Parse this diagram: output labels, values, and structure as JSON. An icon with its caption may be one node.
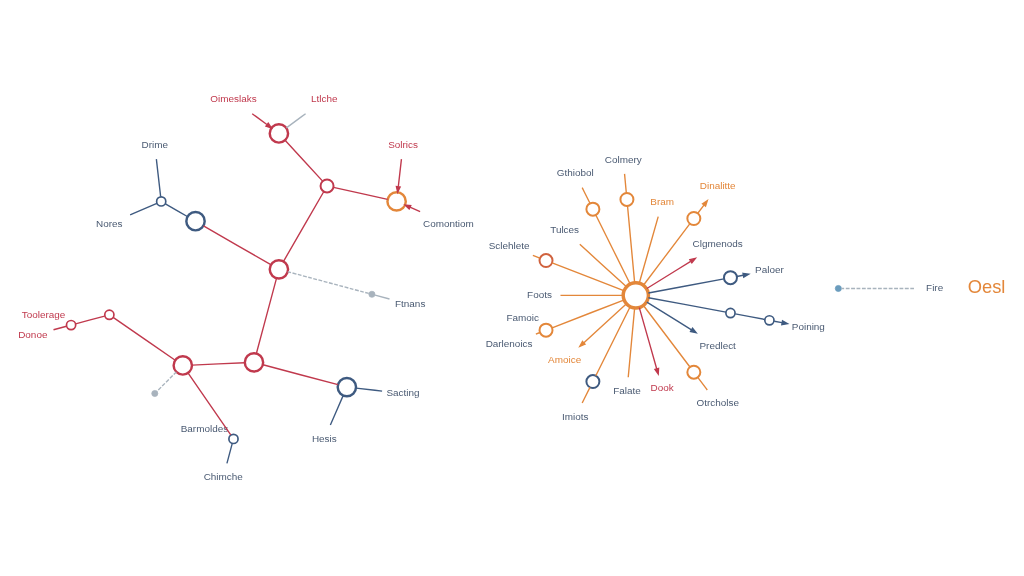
{
  "diagram": {
    "nodes": [
      {
        "text": [
          "Hesis"
        ]
      },
      {
        "text": [
          "Sacting"
        ]
      },
      {
        "text": [],
        "shape": "circle"
      },
      {
        "text": [
          "Chimche"
        ]
      },
      {
        "text": [
          "Drime"
        ]
      },
      {
        "text": [
          "Nores"
        ]
      },
      {
        "text": [],
        "shape": "circle"
      },
      {
        "text": [],
        "shape": "circle",
        "beside": [
          "Barmoldes"
        ]
      },
      {
        "text": [],
        "shape": "circle"
      },
      {
        "text": [],
        "shape": "circle"
      },
      {
        "text": [],
        "shape": "circle"
      },
      {
        "text": [],
        "shape": "circle"
      },
      {
        "text": [
          "Ftnans"
        ]
      },
      {
        "text": [],
        "shape": "circle"
      },
      {
        "text": [],
        "shape": "circle"
      },
      {
        "text": [],
        "shape": "circle"
      },
      {
        "text": [],
        "shape": "circle"
      },
      {
        "text": [],
        "shape": "circle"
      },
      {
        "text": [
          "Comontiom"
        ]
      },
      {
        "text": [],
        "shape": "circle",
        "beside": [
          "Toolerage"
        ]
      },
      {
        "text": [
          "Solrics"
        ]
      },
      {
        "text": [],
        "shape": "circle"
      },
      {
        "text": [
          "Donoe"
        ]
      },
      {
        "text": [
          "Ltlche"
        ]
      },
      {
        "text": [
          "Oimeslaks"
        ]
      },
      {
        "text": [
          "Colmery"
        ]
      },
      {
        "text": [
          "Gthiobol"
        ]
      },
      {
        "text": [
          "Sclehlete"
        ]
      },
      {
        "text": [],
        "shape": "circle"
      },
      {
        "text": [],
        "shape": "circle"
      },
      {
        "text": [],
        "shape": "circle"
      },
      {
        "text": [
          "Dinalitte"
        ]
      },
      {
        "text": [
          "Tulces"
        ]
      },
      {
        "text": [
          "Bram"
        ]
      },
      {
        "text": [],
        "shape": "circle"
      },
      {
        "text": [
          "Darlenoics"
        ]
      },
      {
        "text": [
          "Foots"
        ]
      },
      {
        "text": [
          "Clgmenods"
        ]
      },
      {
        "text": [],
        "shape": "circle",
        "beside": [
          "Famoic"
        ]
      },
      {
        "text": [],
        "shape": "circle"
      },
      {
        "text": [],
        "shape": "circle"
      },
      {
        "text": [
          "Paloer"
        ]
      },
      {
        "text": [
          "Fire"
        ]
      },
      {
        "text": [],
        "shape": "circle"
      },
      {
        "text": [],
        "shape": "circle"
      },
      {
        "text": [],
        "shape": "circle"
      },
      {
        "text": [
          "Amoice"
        ]
      },
      {
        "text": [],
        "shape": "circle"
      },
      {
        "text": [
          "Predlect"
        ]
      },
      {
        "text": [
          "Imiots"
        ]
      },
      {
        "text": [
          "Falate"
        ]
      },
      {
        "text": [
          "Poining"
        ]
      },
      {
        "text": [
          "Dook"
        ]
      },
      {
        "text": [],
        "shape": "circle"
      },
      {
        "text": [
          "Otrcholse"
        ]
      }
    ],
    "edges": [
      {
        "from": 0,
        "to": 2,
        "arrow": "none",
        "color": "#3e5a80"
      },
      {
        "from": 1,
        "to": 2,
        "arrow": "none",
        "color": "#3e5a80"
      },
      {
        "from": 2,
        "to": 9,
        "arrow": "none",
        "color": "#c0394d"
      },
      {
        "from": 9,
        "to": 10,
        "arrow": "none",
        "color": "#c0394d"
      },
      {
        "from": 9,
        "to": 11,
        "arrow": "none",
        "color": "#c0394d"
      },
      {
        "from": 8,
        "to": 10,
        "arrow": "none",
        "color": "#c0394d"
      },
      {
        "from": 6,
        "to": 8,
        "arrow": "none",
        "color": "#3e5a80"
      },
      {
        "from": 4,
        "to": 6,
        "arrow": "none",
        "color": "#3e5a80"
      },
      {
        "from": 5,
        "to": 6,
        "arrow": "none",
        "color": "#3e5a80"
      },
      {
        "from": 3,
        "to": 7,
        "arrow": "none",
        "color": "#3e5a80"
      },
      {
        "from": 7,
        "to": 11,
        "arrow": "none",
        "color": "#c0394d"
      },
      {
        "from": 12,
        "to": 13,
        "arrow": "none",
        "color": "#a8b3bd"
      },
      {
        "from": 13,
        "to": 10,
        "arrow": "none",
        "style": "dashed",
        "color": "#a8b3bd"
      },
      {
        "from": 11,
        "to": 14,
        "arrow": "none",
        "style": "dashed",
        "color": "#a8b3bd"
      },
      {
        "from": 10,
        "to": 15,
        "arrow": "none",
        "color": "#c0394d"
      },
      {
        "from": 15,
        "to": 17,
        "arrow": "none",
        "color": "#c0394d"
      },
      {
        "from": 18,
        "to": 17,
        "arrow": "to",
        "color": "#c0394d"
      },
      {
        "from": 20,
        "to": 17,
        "arrow": "to",
        "color": "#c0394d"
      },
      {
        "from": 11,
        "to": 16,
        "arrow": "none",
        "color": "#c0394d"
      },
      {
        "from": 16,
        "to": 19,
        "arrow": "none",
        "color": "#c0394d"
      },
      {
        "from": 22,
        "to": 19,
        "arrow": "none",
        "color": "#c0394d"
      },
      {
        "from": 15,
        "to": 21,
        "arrow": "none",
        "color": "#c0394d"
      },
      {
        "from": 24,
        "to": 21,
        "arrow": "to",
        "color": "#c0394d"
      },
      {
        "from": 23,
        "to": 21,
        "arrow": "none",
        "color": "#a8b3bd"
      },
      {
        "from": 39,
        "to": 30,
        "arrow": "none"
      },
      {
        "from": 30,
        "to": 27,
        "arrow": "none"
      },
      {
        "from": 39,
        "to": 32,
        "arrow": "none"
      },
      {
        "from": 39,
        "to": 29,
        "arrow": "none"
      },
      {
        "from": 29,
        "to": 26,
        "arrow": "none"
      },
      {
        "from": 39,
        "to": 28,
        "arrow": "none"
      },
      {
        "from": 28,
        "to": 25,
        "arrow": "none"
      },
      {
        "from": 39,
        "to": 33,
        "arrow": "none"
      },
      {
        "from": 39,
        "to": 34,
        "arrow": "none"
      },
      {
        "from": 34,
        "to": 31,
        "arrow": "to"
      },
      {
        "from": 39,
        "to": 37,
        "arrow": "to",
        "color": "#c0394d"
      },
      {
        "from": 39,
        "to": 40,
        "arrow": "none",
        "color": "#3e5a80"
      },
      {
        "from": 40,
        "to": 41,
        "arrow": "to",
        "color": "#3e5a80"
      },
      {
        "from": 39,
        "to": 44,
        "arrow": "none",
        "color": "#3e5a80"
      },
      {
        "from": 44,
        "to": 47,
        "arrow": "none",
        "color": "#3e5a80"
      },
      {
        "from": 47,
        "to": 51,
        "arrow": "to",
        "color": "#3e5a80"
      },
      {
        "from": 39,
        "to": 48,
        "arrow": "to",
        "color": "#3e5a80"
      },
      {
        "from": 39,
        "to": 53,
        "arrow": "none"
      },
      {
        "from": 53,
        "to": 54,
        "arrow": "none"
      },
      {
        "from": 39,
        "to": 52,
        "arrow": "to",
        "color": "#c0394d"
      },
      {
        "from": 39,
        "to": 45,
        "arrow": "none"
      },
      {
        "from": 45,
        "to": 49,
        "arrow": "none"
      },
      {
        "from": 39,
        "to": 50,
        "arrow": "none"
      },
      {
        "from": 39,
        "to": 38,
        "arrow": "none"
      },
      {
        "from": 38,
        "to": 35,
        "arrow": "none"
      },
      {
        "from": 39,
        "to": 46,
        "arrow": "to"
      },
      {
        "from": 42,
        "to": 43,
        "arrow": "none",
        "style": "dashed",
        "color": "#a8b3bd"
      },
      {
        "from": 39,
        "to": 36,
        "arrow": "none"
      }
    ],
    "labels": [
      "Oesl"
    ]
  }
}
